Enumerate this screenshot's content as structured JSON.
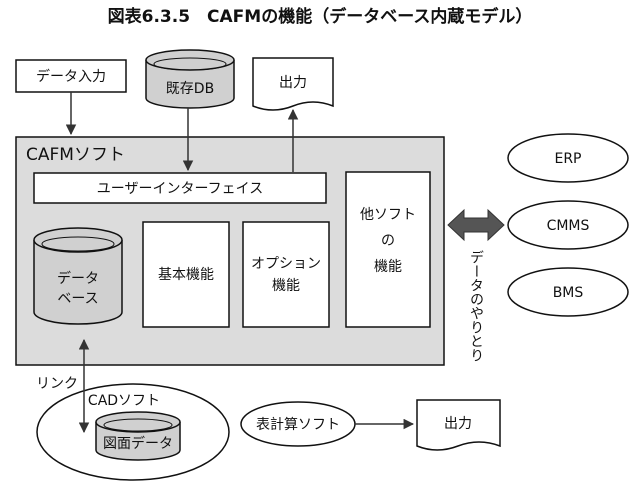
{
  "title": "図表6.3.5　CAFMの機能（データベース内蔵モデル）",
  "nodes": {
    "data_input": "データ入力",
    "existing_db": "既存DB",
    "output_top": "出力",
    "cafm_software": "CAFMソフト",
    "user_interface": "ユーザーインターフェイス",
    "database_line1": "データ",
    "database_line2": "ベース",
    "basic_functions": "基本機能",
    "option_line1": "オプション",
    "option_line2": "機能",
    "other_line1": "他ソフト",
    "other_line2": "の",
    "other_line3": "機能",
    "erp": "ERP",
    "cmms": "CMMS",
    "bms": "BMS",
    "data_exchange": "データのやりとり",
    "link": "リンク",
    "cad_software": "CADソフト",
    "drawing_data": "図面データ",
    "spreadsheet_software": "表計算ソフト",
    "output_bottom": "出力"
  },
  "colors": {
    "cafm_fill": "#dcdcdc",
    "cylinder_fill": "#d0d0d0",
    "arrow_gray": "#555555",
    "stroke": "#111111"
  }
}
